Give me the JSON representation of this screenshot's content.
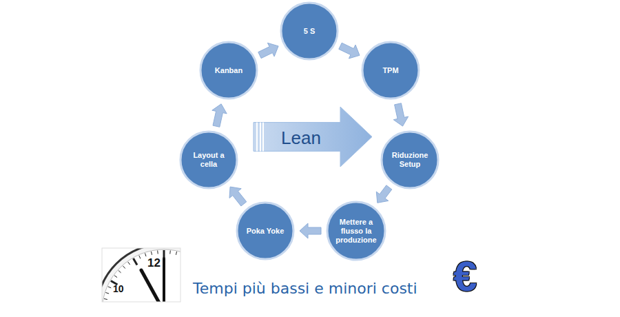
{
  "diagram": {
    "caption": "Tempi più bassi e minori costi",
    "nodes": [
      {
        "text": [
          "5 S"
        ]
      },
      {
        "text": [
          "TPM"
        ]
      },
      {
        "text": [
          "Riduzione Setup"
        ]
      },
      {
        "text": [
          "Mettere a flusso la produzione"
        ]
      },
      {
        "text": [
          "Poka Yoke"
        ]
      },
      {
        "text": [
          "Layout a cella"
        ]
      },
      {
        "text": [
          "Kanban"
        ]
      },
      {
        "text": [
          "Lean"
        ]
      }
    ],
    "edges": [
      {
        "from": 0,
        "to": 1,
        "arrow": "to"
      },
      {
        "from": 1,
        "to": 2,
        "arrow": "to"
      },
      {
        "from": 2,
        "to": 3,
        "arrow": "to"
      },
      {
        "from": 3,
        "to": 4,
        "arrow": "to"
      },
      {
        "from": 4,
        "to": 5,
        "arrow": "to"
      },
      {
        "from": 5,
        "to": 6,
        "arrow": "to"
      },
      {
        "from": 6,
        "to": 0,
        "arrow": "to"
      }
    ],
    "labels": [
      "12",
      "10",
      "€"
    ]
  }
}
